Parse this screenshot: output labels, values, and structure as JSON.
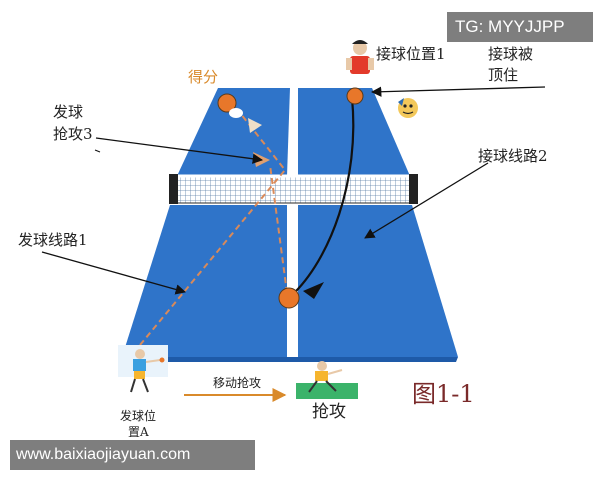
{
  "watermark_top": "TG: MYYJJPP",
  "watermark_bottom": "www.baixiaojiayuan.com",
  "labels": {
    "score": "得分",
    "serve_attack_1": "发球",
    "serve_attack_2": "抢攻3",
    "serve_route": "发球线路1",
    "receive_position": "接球位置1",
    "receive_blocked_1": "接球被",
    "receive_blocked_2": "顶住",
    "receive_route": "接球线路2",
    "serve_position_1": "发球位",
    "serve_position_2": "置A",
    "move_attack": "移动抢攻",
    "attack": "抢攻",
    "figure": "图1-1"
  },
  "colors": {
    "table": "#2f74c9",
    "table_dark": "#1e5aa8",
    "ball": "#e8772a",
    "dashed_route": "#d98a5a",
    "arrow": "#111111",
    "move_arrow": "#d98a2b"
  }
}
